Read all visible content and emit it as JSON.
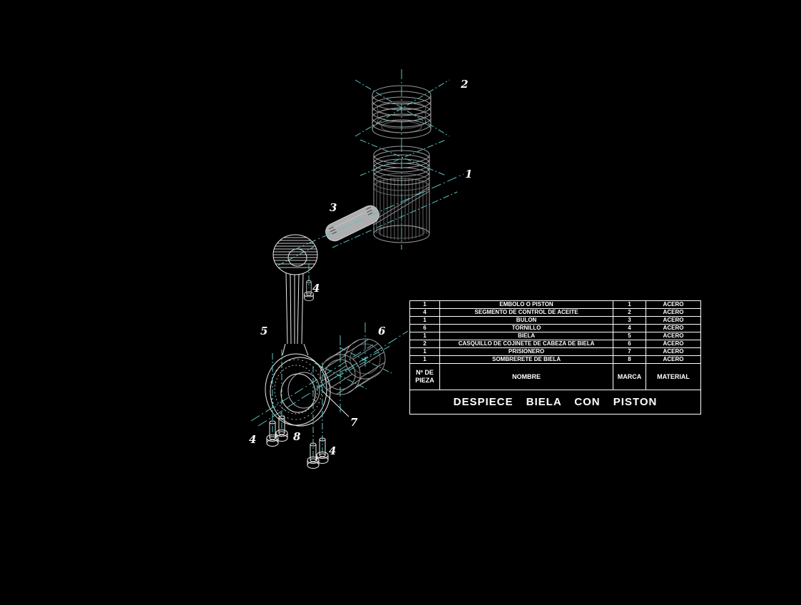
{
  "colors": {
    "background": "#000000",
    "part_outline_gray": "#9a9a9a",
    "rod_outline_white": "#ececec",
    "centerline_cyan": "#5fc2c2",
    "text_white": "#ffffff"
  },
  "drawing": {
    "labels": [
      {
        "text": "2"
      },
      {
        "text": "1"
      },
      {
        "text": "3"
      },
      {
        "text": "4"
      },
      {
        "text": "5"
      },
      {
        "text": "6"
      },
      {
        "text": "7"
      },
      {
        "text": "4"
      },
      {
        "text": "8"
      },
      {
        "text": "4"
      }
    ]
  },
  "table": {
    "headers": {
      "qty": "Nº DE PIEZA",
      "name": "NOMBRE",
      "mark": "MARCA",
      "material": "MATERIAL"
    },
    "rows": [
      {
        "qty": "1",
        "name": "EMBOLO O PISTON",
        "mark": "1",
        "material": "ACERO"
      },
      {
        "qty": "4",
        "name": "SEGMENTO DE CONTROL DE ACEITE",
        "mark": "2",
        "material": "ACERO"
      },
      {
        "qty": "1",
        "name": "BULON",
        "mark": "3",
        "material": "ACERO"
      },
      {
        "qty": "6",
        "name": "TORNILLO",
        "mark": "4",
        "material": "ACERO"
      },
      {
        "qty": "1",
        "name": "BIELA",
        "mark": "5",
        "material": "ACERO"
      },
      {
        "qty": "2",
        "name": "CASQUILLO DE COJINETE DE CABEZA DE BIELA",
        "mark": "6",
        "material": "ACERO"
      },
      {
        "qty": "1",
        "name": "PRISIONERO",
        "mark": "7",
        "material": "ACERO"
      },
      {
        "qty": "1",
        "name": "SOMBRERETE DE BIELA",
        "mark": "8",
        "material": "ACERO"
      }
    ],
    "title": "DESPIECE BIELA CON PISTON"
  }
}
